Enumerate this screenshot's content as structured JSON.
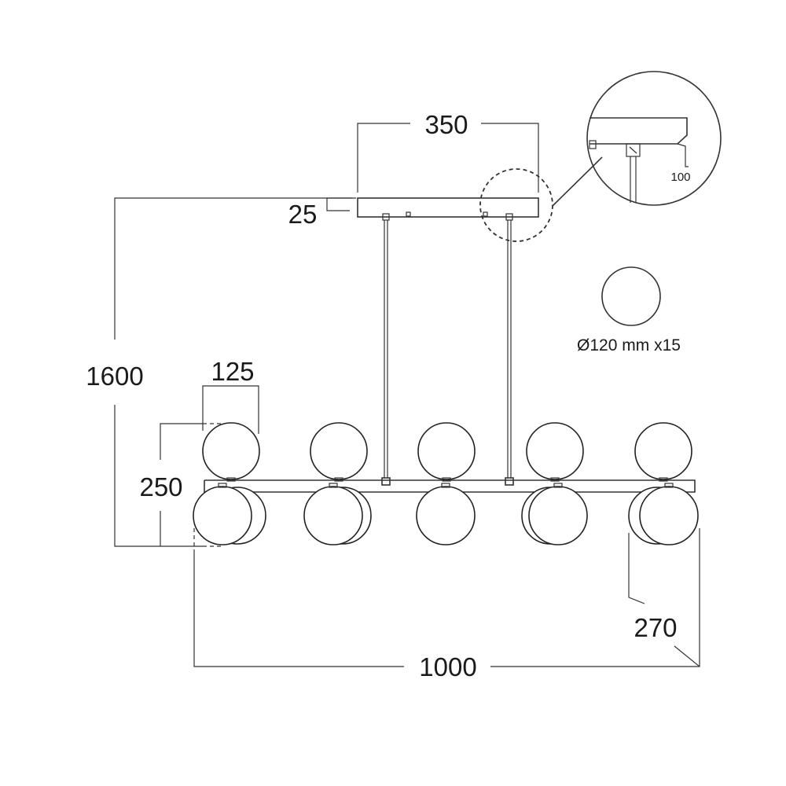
{
  "dimensions": {
    "canopy_width": "350",
    "canopy_height": "25",
    "total_height": "1600",
    "globe_spacing": "125",
    "fixture_height": "250",
    "total_length": "1000",
    "depth": "270",
    "detail_offset": "100"
  },
  "globe_spec": "Ø120 mm x15",
  "colors": {
    "line": "#333333",
    "background": "#ffffff"
  }
}
